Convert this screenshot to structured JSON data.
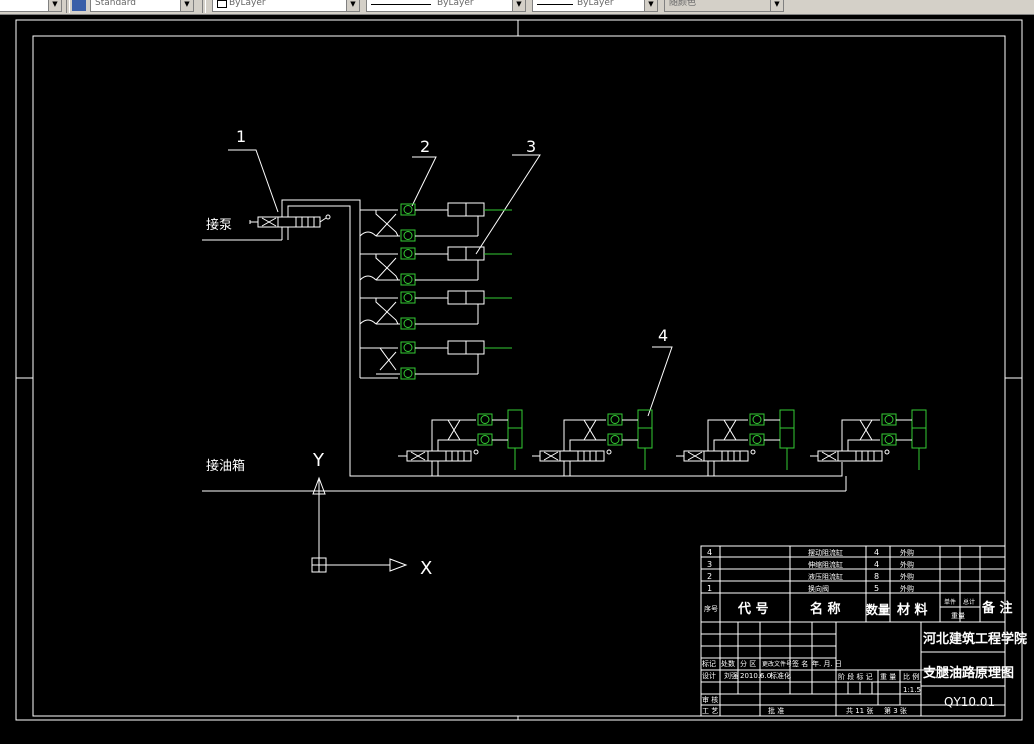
{
  "toolbar": {
    "textstyle": "Standard",
    "layer": "ByLayer",
    "linetype": "ByLayer",
    "lineweight": "ByLayer",
    "plotstyle": "随颜色"
  },
  "drawing": {
    "colors": {
      "background": "#000000",
      "lines": "#ffffff",
      "valves": "#33cc33"
    },
    "callouts": [
      "1",
      "2",
      "3",
      "4"
    ],
    "labels": {
      "pump": "接泵",
      "tank": "接油箱"
    },
    "ucs": {
      "y": "Y",
      "x": "X"
    }
  },
  "title_block": {
    "parts": [
      {
        "no": "4",
        "name": "摆动阻流缸",
        "qty": "4",
        "note": "外购"
      },
      {
        "no": "3",
        "name": "伸缩阻流缸",
        "qty": "4",
        "note": "外购"
      },
      {
        "no": "2",
        "name": "液压阻流缸",
        "qty": "8",
        "note": "外购"
      },
      {
        "no": "1",
        "name": "换向阀",
        "qty": "5",
        "note": "外购"
      }
    ],
    "header": {
      "no": "序号",
      "code": "代  号",
      "name": "名  称",
      "qty": "数量",
      "material": "材  料",
      "single": "单件",
      "total": "总计",
      "weight": "重量",
      "remark": "备 注"
    },
    "company": "河北建筑工程学院",
    "drawing_title": "支腿油路原理图",
    "drawing_no": "QY10.01",
    "scale": "1:1.5",
    "sheet_total": "共 11 张",
    "sheet_no": "第 3 张",
    "rev_row": [
      "标记",
      "处数",
      "分  区",
      "更改文件号",
      "签 名",
      "年. 月. 日"
    ],
    "design_row": [
      "设计",
      "刘强",
      "2010.6.0",
      "标准化"
    ],
    "stage_row": [
      "阶 段 标 记",
      "重 量",
      "比 例"
    ],
    "review": "审 核",
    "process": "工 艺",
    "approve": "批 准"
  }
}
